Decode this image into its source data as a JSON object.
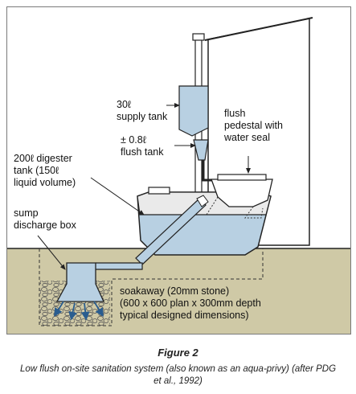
{
  "labels": {
    "supply_tank": "30ℓ\nsupply tank",
    "flush_tank": "± 0.8ℓ\nflush tank",
    "flush_pedestal": "flush\npedestal with\nwater seal",
    "digester_tank": "200ℓ digester\ntank (150ℓ\nliquid volume)",
    "sump_box": "sump\ndischarge box",
    "soakaway": "soakaway (20mm stone)\n(600 x 600 plan x 300mm depth\ntypical designed dimensions)"
  },
  "caption": {
    "title": "Figure 2",
    "text": "Low flush on-site sanitation system (also known as an aqua-privy) (after PDG et al., 1992)"
  },
  "colors": {
    "ground": "#cfc9a6",
    "water": "#b8d0e2",
    "tank_lid": "#eaeaea",
    "outline": "#222222",
    "arrow": "#2a5d8f"
  }
}
